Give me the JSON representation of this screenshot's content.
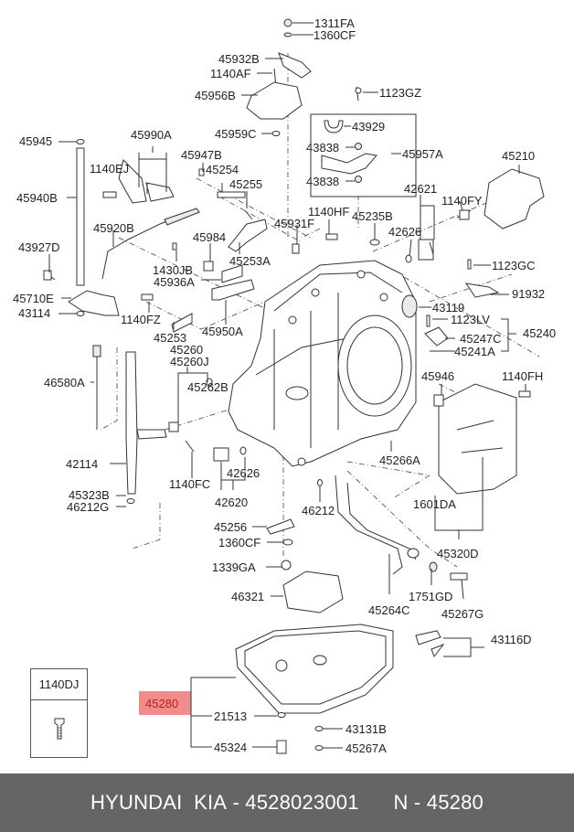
{
  "diagram": {
    "title": "Automatic Transmission Case Assembly",
    "highlighted_part": "45280",
    "highlight_color": "#f28b8b",
    "labels": [
      {
        "id": "1311FA",
        "text": "1311FA"
      },
      {
        "id": "1360CF_top",
        "text": "1360CF"
      },
      {
        "id": "45932B",
        "text": "45932B"
      },
      {
        "id": "1140AF",
        "text": "1140AF"
      },
      {
        "id": "45956B",
        "text": "45956B"
      },
      {
        "id": "1123GZ",
        "text": "1123GZ"
      },
      {
        "id": "45959C",
        "text": "45959C"
      },
      {
        "id": "43929",
        "text": "43929"
      },
      {
        "id": "43838_a",
        "text": "43838"
      },
      {
        "id": "45957A",
        "text": "45957A"
      },
      {
        "id": "43838_b",
        "text": "43838"
      },
      {
        "id": "45945",
        "text": "45945"
      },
      {
        "id": "45990A",
        "text": "45990A"
      },
      {
        "id": "45947B",
        "text": "45947B"
      },
      {
        "id": "45254",
        "text": "45254"
      },
      {
        "id": "1140EJ",
        "text": "1140EJ"
      },
      {
        "id": "45255",
        "text": "45255"
      },
      {
        "id": "45210",
        "text": "45210"
      },
      {
        "id": "45940B",
        "text": "45940B"
      },
      {
        "id": "42621",
        "text": "42621"
      },
      {
        "id": "1140FY",
        "text": "1140FY"
      },
      {
        "id": "1140HF",
        "text": "1140HF"
      },
      {
        "id": "45235B",
        "text": "45235B"
      },
      {
        "id": "45931F",
        "text": "45931F"
      },
      {
        "id": "42626_top",
        "text": "42626"
      },
      {
        "id": "45920B",
        "text": "45920B"
      },
      {
        "id": "45984",
        "text": "45984"
      },
      {
        "id": "43927D",
        "text": "43927D"
      },
      {
        "id": "45253A",
        "text": "45253A"
      },
      {
        "id": "1123GC",
        "text": "1123GC"
      },
      {
        "id": "1430JB",
        "text": "1430JB"
      },
      {
        "id": "45936A",
        "text": "45936A"
      },
      {
        "id": "91932",
        "text": "91932"
      },
      {
        "id": "45710E",
        "text": "45710E"
      },
      {
        "id": "43114",
        "text": "43114"
      },
      {
        "id": "1140FZ",
        "text": "1140FZ"
      },
      {
        "id": "45950A",
        "text": "45950A"
      },
      {
        "id": "43119",
        "text": "43119"
      },
      {
        "id": "1123LV",
        "text": "1123LV"
      },
      {
        "id": "45240",
        "text": "45240"
      },
      {
        "id": "45253",
        "text": "45253"
      },
      {
        "id": "45247C",
        "text": "45247C"
      },
      {
        "id": "45241A",
        "text": "45241A"
      },
      {
        "id": "45260",
        "text": "45260"
      },
      {
        "id": "45260J",
        "text": "45260J"
      },
      {
        "id": "46580A",
        "text": "46580A"
      },
      {
        "id": "45946",
        "text": "45946"
      },
      {
        "id": "1140FH",
        "text": "1140FH"
      },
      {
        "id": "45262B",
        "text": "45262B"
      },
      {
        "id": "42114",
        "text": "42114"
      },
      {
        "id": "45266A",
        "text": "45266A"
      },
      {
        "id": "42626_bot",
        "text": "42626"
      },
      {
        "id": "1140FC",
        "text": "1140FC"
      },
      {
        "id": "45323B",
        "text": "45323B"
      },
      {
        "id": "46212G",
        "text": "46212G"
      },
      {
        "id": "42620",
        "text": "42620"
      },
      {
        "id": "46212",
        "text": "46212"
      },
      {
        "id": "1601DA",
        "text": "1601DA"
      },
      {
        "id": "45256",
        "text": "45256"
      },
      {
        "id": "1360CF_bot",
        "text": "1360CF"
      },
      {
        "id": "45320D",
        "text": "45320D"
      },
      {
        "id": "1339GA",
        "text": "1339GA"
      },
      {
        "id": "1751GD",
        "text": "1751GD"
      },
      {
        "id": "46321",
        "text": "46321"
      },
      {
        "id": "45264C",
        "text": "45264C"
      },
      {
        "id": "45267G",
        "text": "45267G"
      },
      {
        "id": "43116D",
        "text": "43116D"
      },
      {
        "id": "45280",
        "text": "45280"
      },
      {
        "id": "21513",
        "text": "21513"
      },
      {
        "id": "43131B",
        "text": "43131B"
      },
      {
        "id": "45324",
        "text": "45324"
      },
      {
        "id": "45267A",
        "text": "45267A"
      }
    ],
    "inset": {
      "label": "1140DJ",
      "icon": "bolt-icon"
    }
  },
  "footer": {
    "brand": "HYUNDAI  KIA",
    "part_number": "4528023001",
    "ref_prefix": "N",
    "ref_number": "45280",
    "separator": " - "
  }
}
